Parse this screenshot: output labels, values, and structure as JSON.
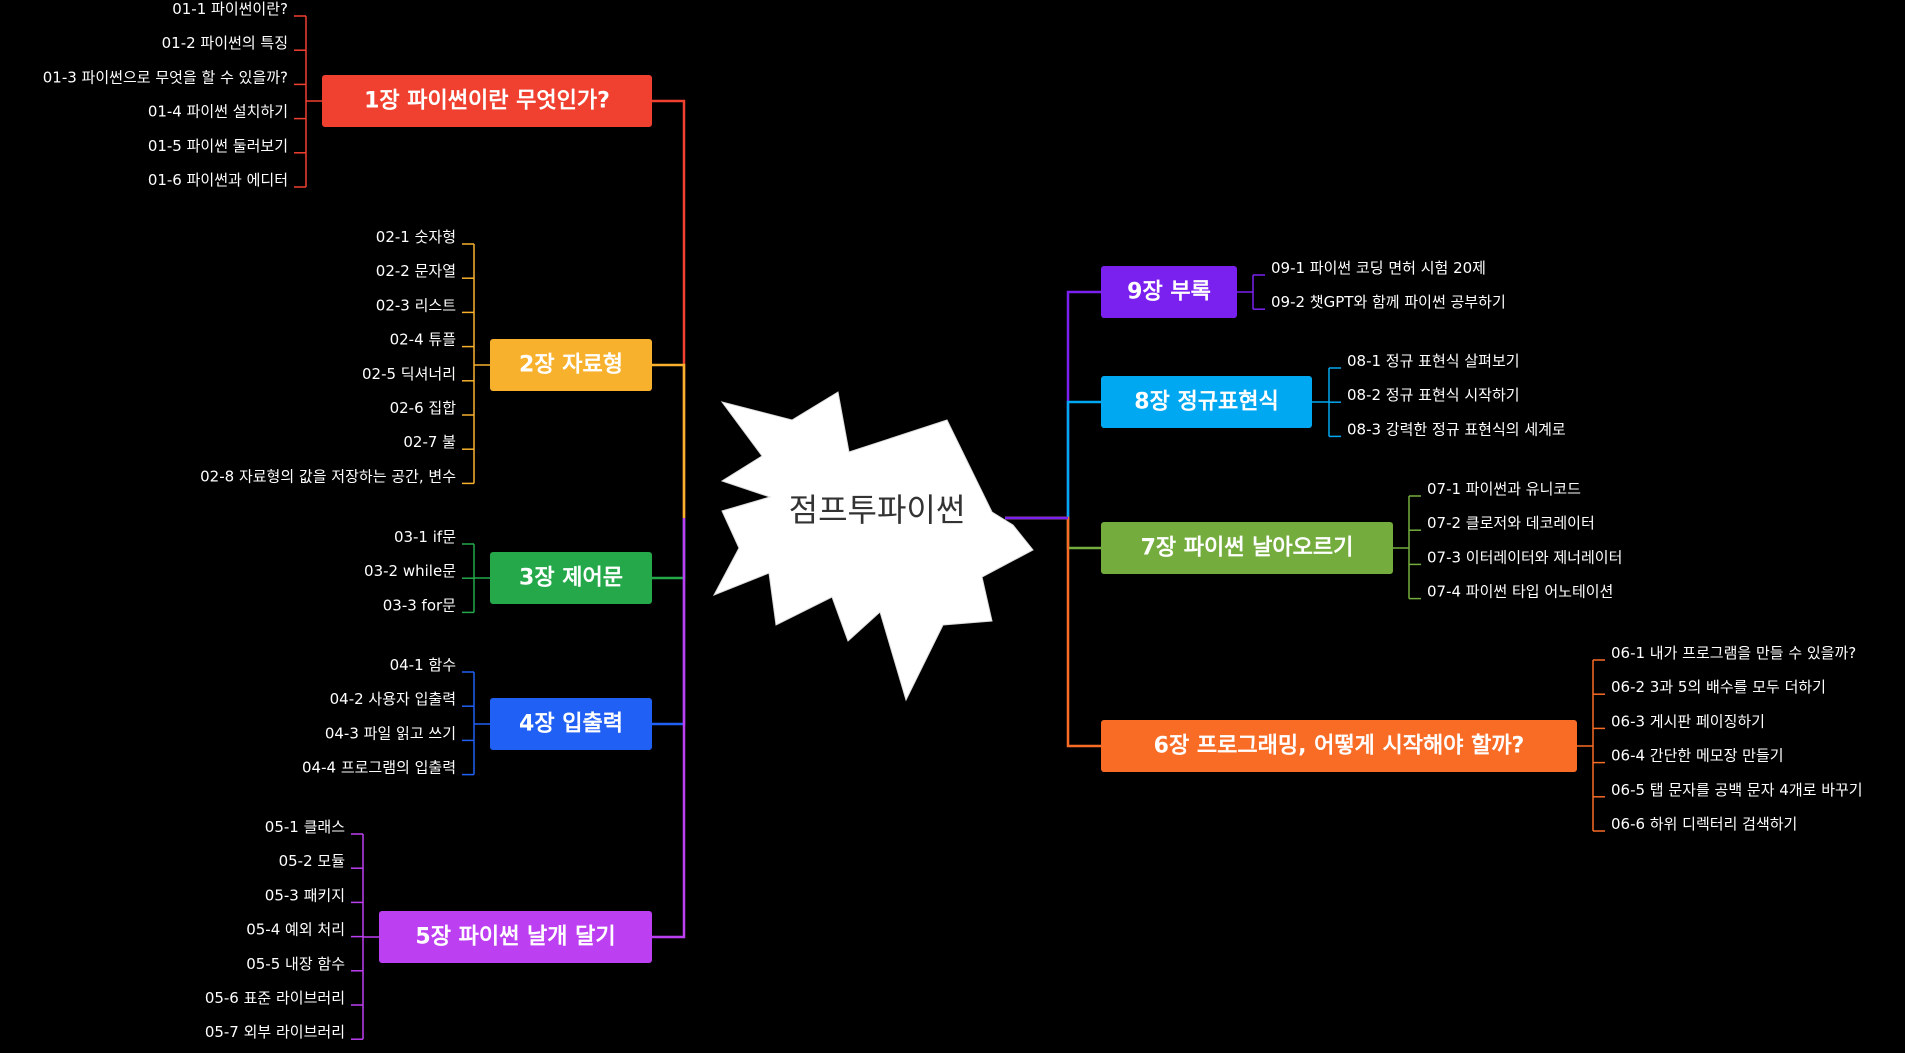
{
  "center": {
    "label": "점프투파이썬"
  },
  "chapters": [
    {
      "label": "1장 파이썬이란 무엇인가?",
      "color": "#f04030",
      "items": [
        "01-1 파이썬이란?",
        "01-2 파이썬의 특징",
        "01-3 파이썬으로 무엇을 할 수 있을까?",
        "01-4 파이썬 설치하기",
        "01-5 파이썬 둘러보기",
        "01-6 파이썬과 에디터"
      ]
    },
    {
      "label": "2장 자료형",
      "color": "#f7b12d",
      "items": [
        "02-1 숫자형",
        "02-2 문자열",
        "02-3 리스트",
        "02-4 튜플",
        "02-5 딕셔너리",
        "02-6 집합",
        "02-7 불",
        "02-8 자료형의 값을 저장하는 공간, 변수"
      ]
    },
    {
      "label": "3장 제어문",
      "color": "#24a84a",
      "items": [
        "03-1 if문",
        "03-2 while문",
        "03-3 for문"
      ]
    },
    {
      "label": "4장 입출력",
      "color": "#2160f4",
      "items": [
        "04-1 함수",
        "04-2 사용자 입출력",
        "04-3 파일 읽고 쓰기",
        "04-4 프로그램의 입출력"
      ]
    },
    {
      "label": "5장 파이썬 날개 달기",
      "color": "#bd3ff2",
      "items": [
        "05-1 클래스",
        "05-2 모듈",
        "05-3 패키지",
        "05-4 예외 처리",
        "05-5 내장 함수",
        "05-6 표준 라이브러리",
        "05-7 외부 라이브러리"
      ]
    },
    {
      "label": "9장 부록",
      "color": "#7b21ef",
      "items": [
        "09-1 파이썬 코딩 면허 시험 20제",
        "09-2 챗GPT와 함께 파이썬 공부하기"
      ]
    },
    {
      "label": "8장 정규표현식",
      "color": "#00a8f1",
      "items": [
        "08-1 정규 표현식 살펴보기",
        "08-2 정규 표현식 시작하기",
        "08-3 강력한 정규 표현식의 세계로"
      ]
    },
    {
      "label": "7장 파이썬 날아오르기",
      "color": "#74ad3e",
      "items": [
        "07-1 파이썬과 유니코드",
        "07-2 클로저와 데코레이터",
        "07-3 이터레이터와 제너레이터",
        "07-4 파이썬 타입 어노테이션"
      ]
    },
    {
      "label": "6장 프로그래밍, 어떻게 시작해야 할까?",
      "color": "#f86c26",
      "items": [
        "06-1 내가 프로그램을 만들 수 있을까?",
        "06-2 3과 5의 배수를 모두 더하기",
        "06-3 게시판 페이징하기",
        "06-4 간단한 메모장 만들기",
        "06-5 탭 문자를 공백 문자 4개로 바꾸기",
        "06-6 하위 디렉터리 검색하기"
      ]
    }
  ]
}
